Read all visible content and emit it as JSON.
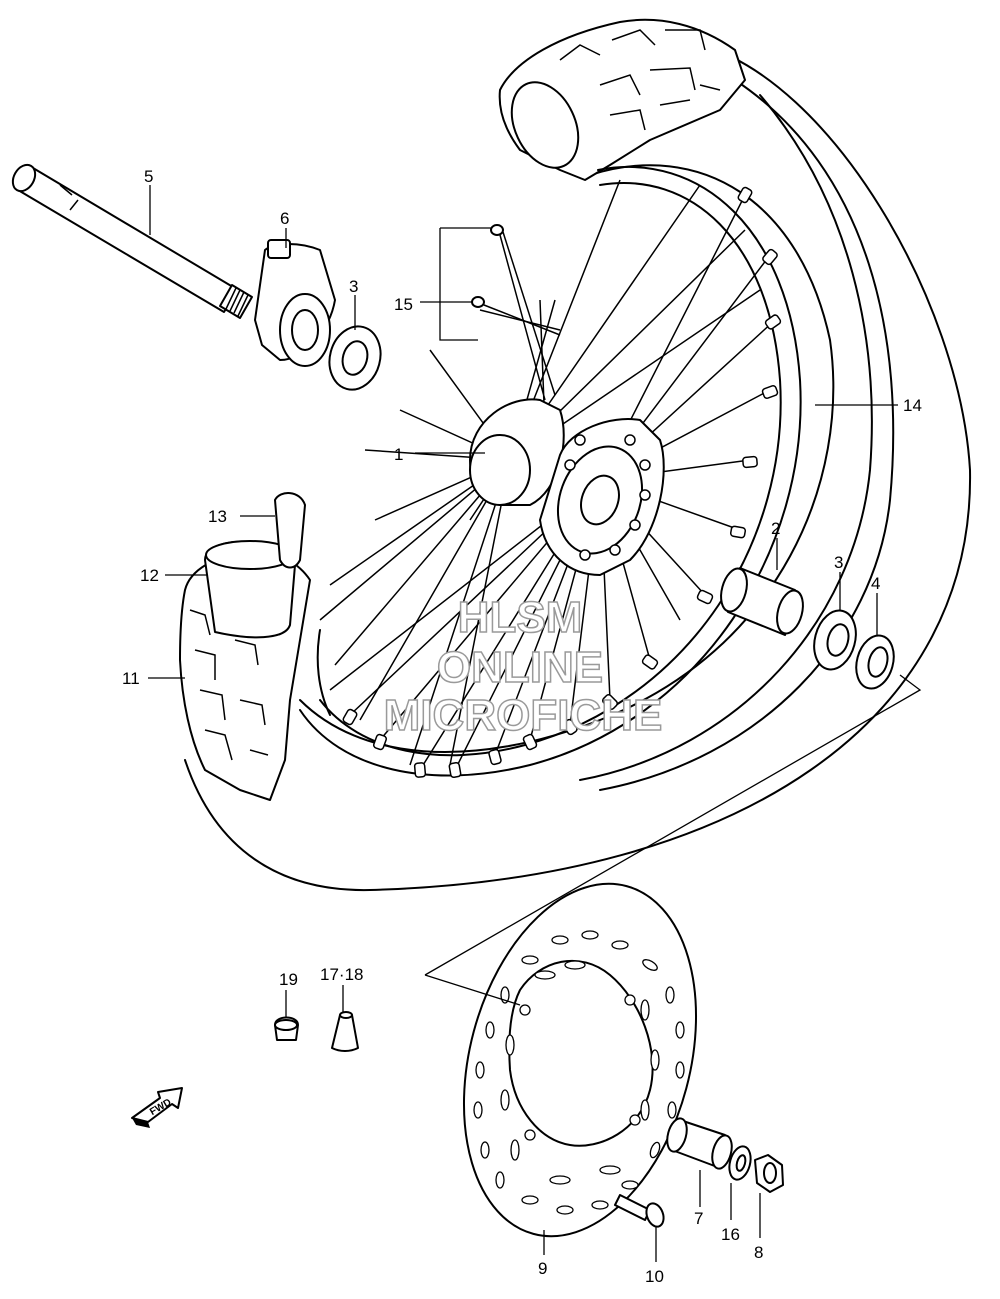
{
  "watermark": {
    "line1": "HLSM",
    "line2": "ONLINE",
    "line3": "MICROFICHE"
  },
  "direction_label": "FWD",
  "callouts": {
    "c1": "1",
    "c2": "2",
    "c3a": "3",
    "c3b": "3",
    "c4": "4",
    "c5": "5",
    "c6": "6",
    "c7": "7",
    "c8": "8",
    "c9": "9",
    "c10": "10",
    "c11": "11",
    "c12": "12",
    "c13": "13",
    "c14": "14",
    "c15": "15",
    "c16": "16",
    "c17_18": "17·18",
    "c19": "19"
  }
}
